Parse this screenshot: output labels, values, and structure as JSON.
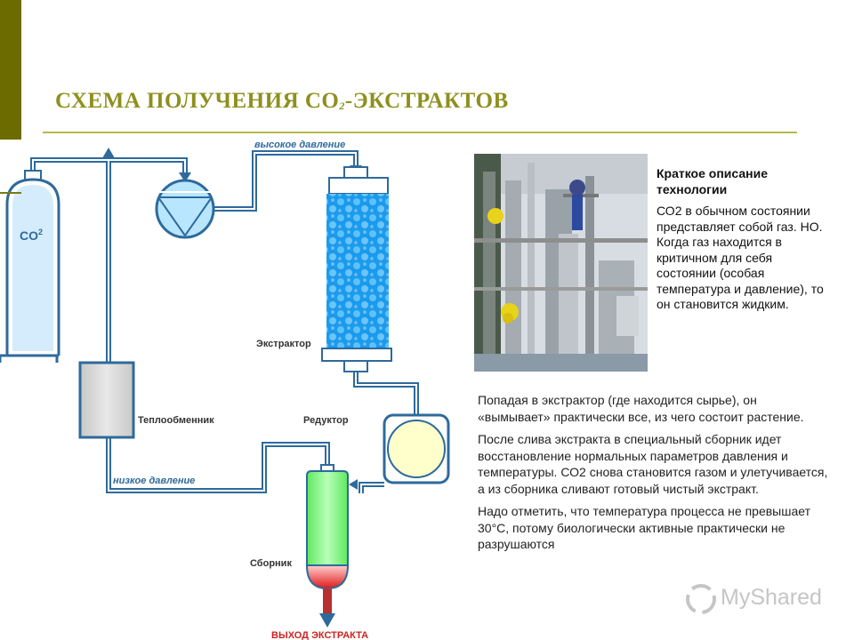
{
  "slide": {
    "title_prefix": "СХЕМА ПОЛУЧЕНИЯ CO",
    "title_sub": "2",
    "title_suffix": "-ЭКСТРАКТОВ"
  },
  "diagram": {
    "cylinder_label": "CO",
    "cylinder_label_sup": "2",
    "high_pressure": "высокое давление",
    "low_pressure": "низкое давление",
    "extractor": "Экстрактор",
    "heat_exchanger": "Теплообменник",
    "reducer": "Редуктор",
    "collector": "Сборник",
    "output": "ВЫХОД ЭКСТРАКТА"
  },
  "description": {
    "title": "Краткое описание технологии",
    "text": "СО2 в обычном состоянии представляет собой газ. НО. Когда газ находится в критичном для себя состоянии (особая температура и давление), то он становится жидким."
  },
  "body": {
    "p1": "Попадая в экстрактор (где находится сырье), он «вымывает» практически все, из чего состоит растение.",
    "p2": "После слива экстракта в специальный сборник идет восстановление нормальных параметров давления и температуры. СО2 снова становится газом и улетучивается, а из сборника сливают готовый чистый экстракт.",
    "p3": "Надо отметить, что температура процесса не превышает 30°С, потому биологически активные практически не разрушаются"
  },
  "watermark": {
    "text": "MyShared"
  },
  "colors": {
    "accent_bar": "#6b6b00",
    "title": "#8f8f1f",
    "pipe": "#2e6a9c",
    "label_blue": "#2e6a9c",
    "output_red": "#cc2222"
  }
}
